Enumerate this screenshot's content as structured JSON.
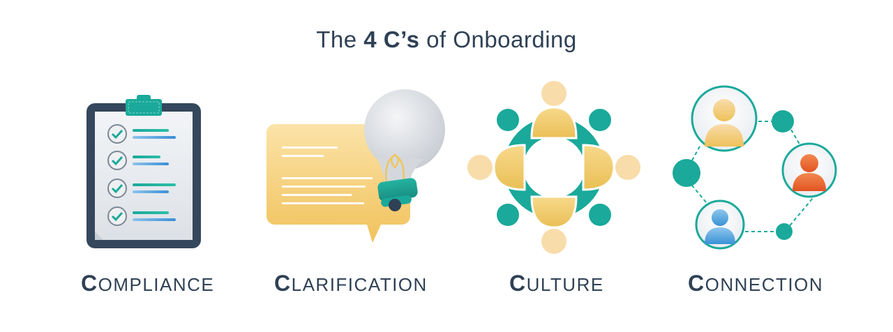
{
  "title": {
    "prefix": "The",
    "bold": "4 C’s",
    "suffix": "of Onboarding"
  },
  "items": [
    {
      "first": "C",
      "rest": "OMPLIANCE",
      "icon": "clipboard-checklist-icon"
    },
    {
      "first": "C",
      "rest": "LARIFICATION",
      "icon": "lightbulb-speech-bubble-icon"
    },
    {
      "first": "C",
      "rest": "ULTURE",
      "icon": "people-circle-icon"
    },
    {
      "first": "C",
      "rest": "ONNECTION",
      "icon": "network-people-icon"
    }
  ],
  "colors": {
    "navy": "#2f4155",
    "teal": "#1aa99a",
    "gold": "#f0c55e",
    "light_gold": "#f8dcaa",
    "orange": "#e8602a",
    "blue": "#4aa3de"
  }
}
